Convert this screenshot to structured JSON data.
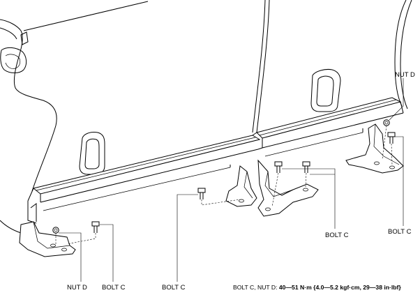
{
  "labels": {
    "nut_d_right": "NUT D",
    "bolt_c_right": "BOLT C",
    "bolt_c_middle": "BOLT C",
    "nut_d_left": "NUT D",
    "bolt_c_left": "BOLT C",
    "bolt_c_center": "BOLT C"
  },
  "torque_spec": {
    "prefix": "BOLT C, NUT D: ",
    "value": "40—51 N·m {4.0—5.2 kgf·cm, 29—38 in·lbf}"
  }
}
